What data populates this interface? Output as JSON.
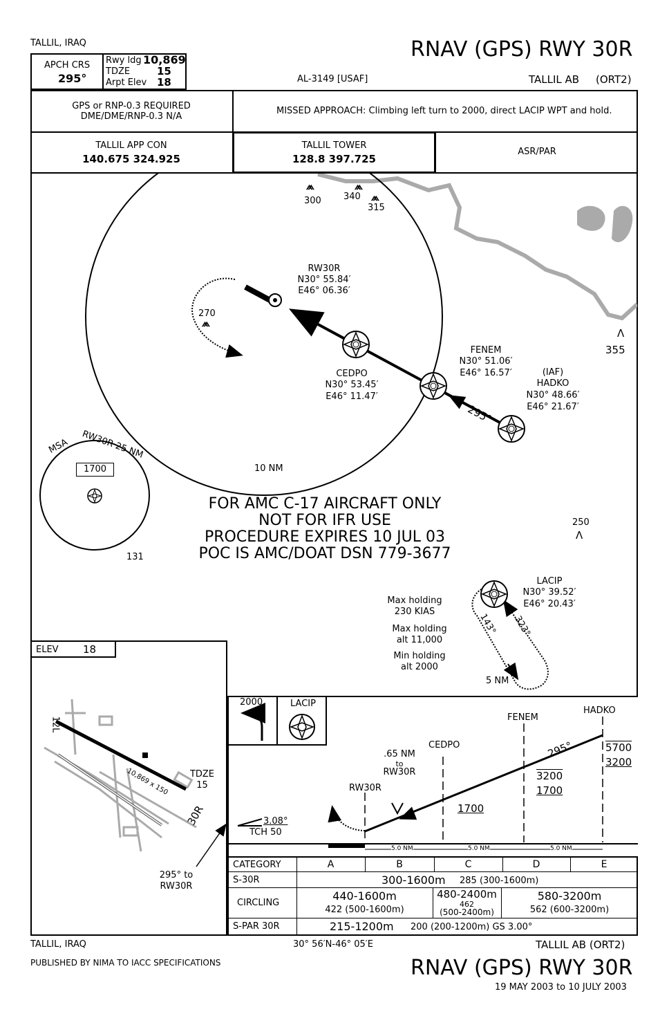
{
  "header": {
    "location": "TALLIL, IRAQ",
    "title": "RNAV (GPS) RWY 30R",
    "apch_crs_label": "APCH CRS",
    "apch_crs": "295°",
    "rwy_ldg_label": "Rwy ldg",
    "rwy_ldg": "10,869",
    "tdze_label": "TDZE",
    "tdze": "15",
    "arpt_elev_label": "Arpt Elev",
    "arpt_elev": "18",
    "chart_id": "AL-3149 [USAF]",
    "airport": "TALLIL AB",
    "airport_code": "(ORT2)"
  },
  "notes": {
    "gps_req": "GPS or RNP-0.3 REQUIRED",
    "dme_na": "DME/DME/RNP-0.3 N/A",
    "missed_approach": "MISSED APPROACH:  Climbing left turn to 2000, direct LACIP WPT and hold."
  },
  "comms": {
    "app_con_label": "TALLIL APP CON",
    "app_con_freq": "140.675  324.925",
    "tower_label": "TALLIL TOWER",
    "tower_freq": "128.8   397.725",
    "asr_par": "ASR/PAR"
  },
  "planview": {
    "obstacles": [
      "300",
      "340",
      "315",
      "270",
      "355",
      "250",
      "131"
    ],
    "rw30r": {
      "name": "RW30R",
      "lat": "N30° 55.84′",
      "lon": "E46° 06.36′"
    },
    "cedpo": {
      "name": "CEDPO",
      "lat": "N30° 53.45′",
      "lon": "E46° 11.47′"
    },
    "fenem": {
      "name": "FENEM",
      "lat": "N30° 51.06′",
      "lon": "E46° 16.57′"
    },
    "hadko": {
      "name": "HADKO",
      "iaf": "(IAF)",
      "lat": "N30° 48.66′",
      "lon": "E46° 21.67′"
    },
    "lacip": {
      "name": "LACIP",
      "lat": "N30° 39.52′",
      "lon": "E46° 20.43′"
    },
    "course": "295°",
    "ring": "10 NM",
    "msa": "MSA   RW30R 25 NM",
    "msa_alt": "1700",
    "warning": [
      "FOR AMC C-17 AIRCRAFT ONLY",
      "NOT FOR IFR USE",
      "PROCEDURE EXPIRES 10 JUL 03",
      "POC IS AMC/DOAT DSN 779-3677"
    ],
    "holding": [
      "Max holding",
      "230 KIAS",
      "Max holding",
      "alt 11,000",
      "Min holding",
      "alt 2000"
    ],
    "hold_inbound": "323°",
    "hold_outbound": "143°",
    "hold_leg": "5 NM"
  },
  "airport_diagram": {
    "elev_label": "ELEV",
    "elev": "18",
    "rwy_12l": "12L",
    "rwy_30r": "30R",
    "rwy_dims": "10,869 x 150",
    "tdze_label": "TDZE",
    "tdze": "15",
    "final_course": "295° to",
    "final_to": "RW30R"
  },
  "profile": {
    "missed_alt": "2000",
    "missed_fix": "LACIP",
    "fenem": "FENEM",
    "hadko": "HADKO",
    "cedpo": "CEDPO",
    "rw30r": "RW30R",
    "vdp_1": ".65 NM",
    "vdp_2": "to",
    "vdp_3": "RW30R",
    "course": "295°",
    "alt_hadko_1": "5700",
    "alt_hadko_2": "3200",
    "alt_fenem_1": "3200",
    "alt_fenem_2": "1700",
    "alt_cedpo": "1700",
    "gs": "3.08°",
    "tch": "TCH 50",
    "dist_1": "5.0 NM",
    "dist_2": "5.0 NM",
    "dist_3": "5.0 NM"
  },
  "minimums": {
    "category_label": "CATEGORY",
    "cats": [
      "A",
      "B",
      "C",
      "D",
      "E"
    ],
    "s30r_label": "S-30R",
    "s30r_main": "300-1600m",
    "s30r_haa": "285   (300-1600m)",
    "circling_label": "CIRCLING",
    "circ_ab_main": "440-1600m",
    "circ_ab_sub": "422 (500-1600m)",
    "circ_c_main": "480-2400m",
    "circ_c_sub1": "462",
    "circ_c_sub2": "(500-2400m)",
    "circ_de_main": "580-3200m",
    "circ_de_sub": "562  (600-3200m)",
    "spar_label": "S-PAR 30R",
    "spar_main": "215-1200m",
    "spar_rest": "200     (200-1200m)    GS 3.00°"
  },
  "footer": {
    "location": "TALLIL, IRAQ",
    "coords": "30° 56′N-46° 05′E",
    "airport": "TALLIL AB  (ORT2)",
    "published": "PUBLISHED BY NIMA TO IACC SPECIFICATIONS",
    "title": "RNAV (GPS) RWY 30R",
    "effective": "19 MAY 2003 to 10 JULY 2003"
  }
}
